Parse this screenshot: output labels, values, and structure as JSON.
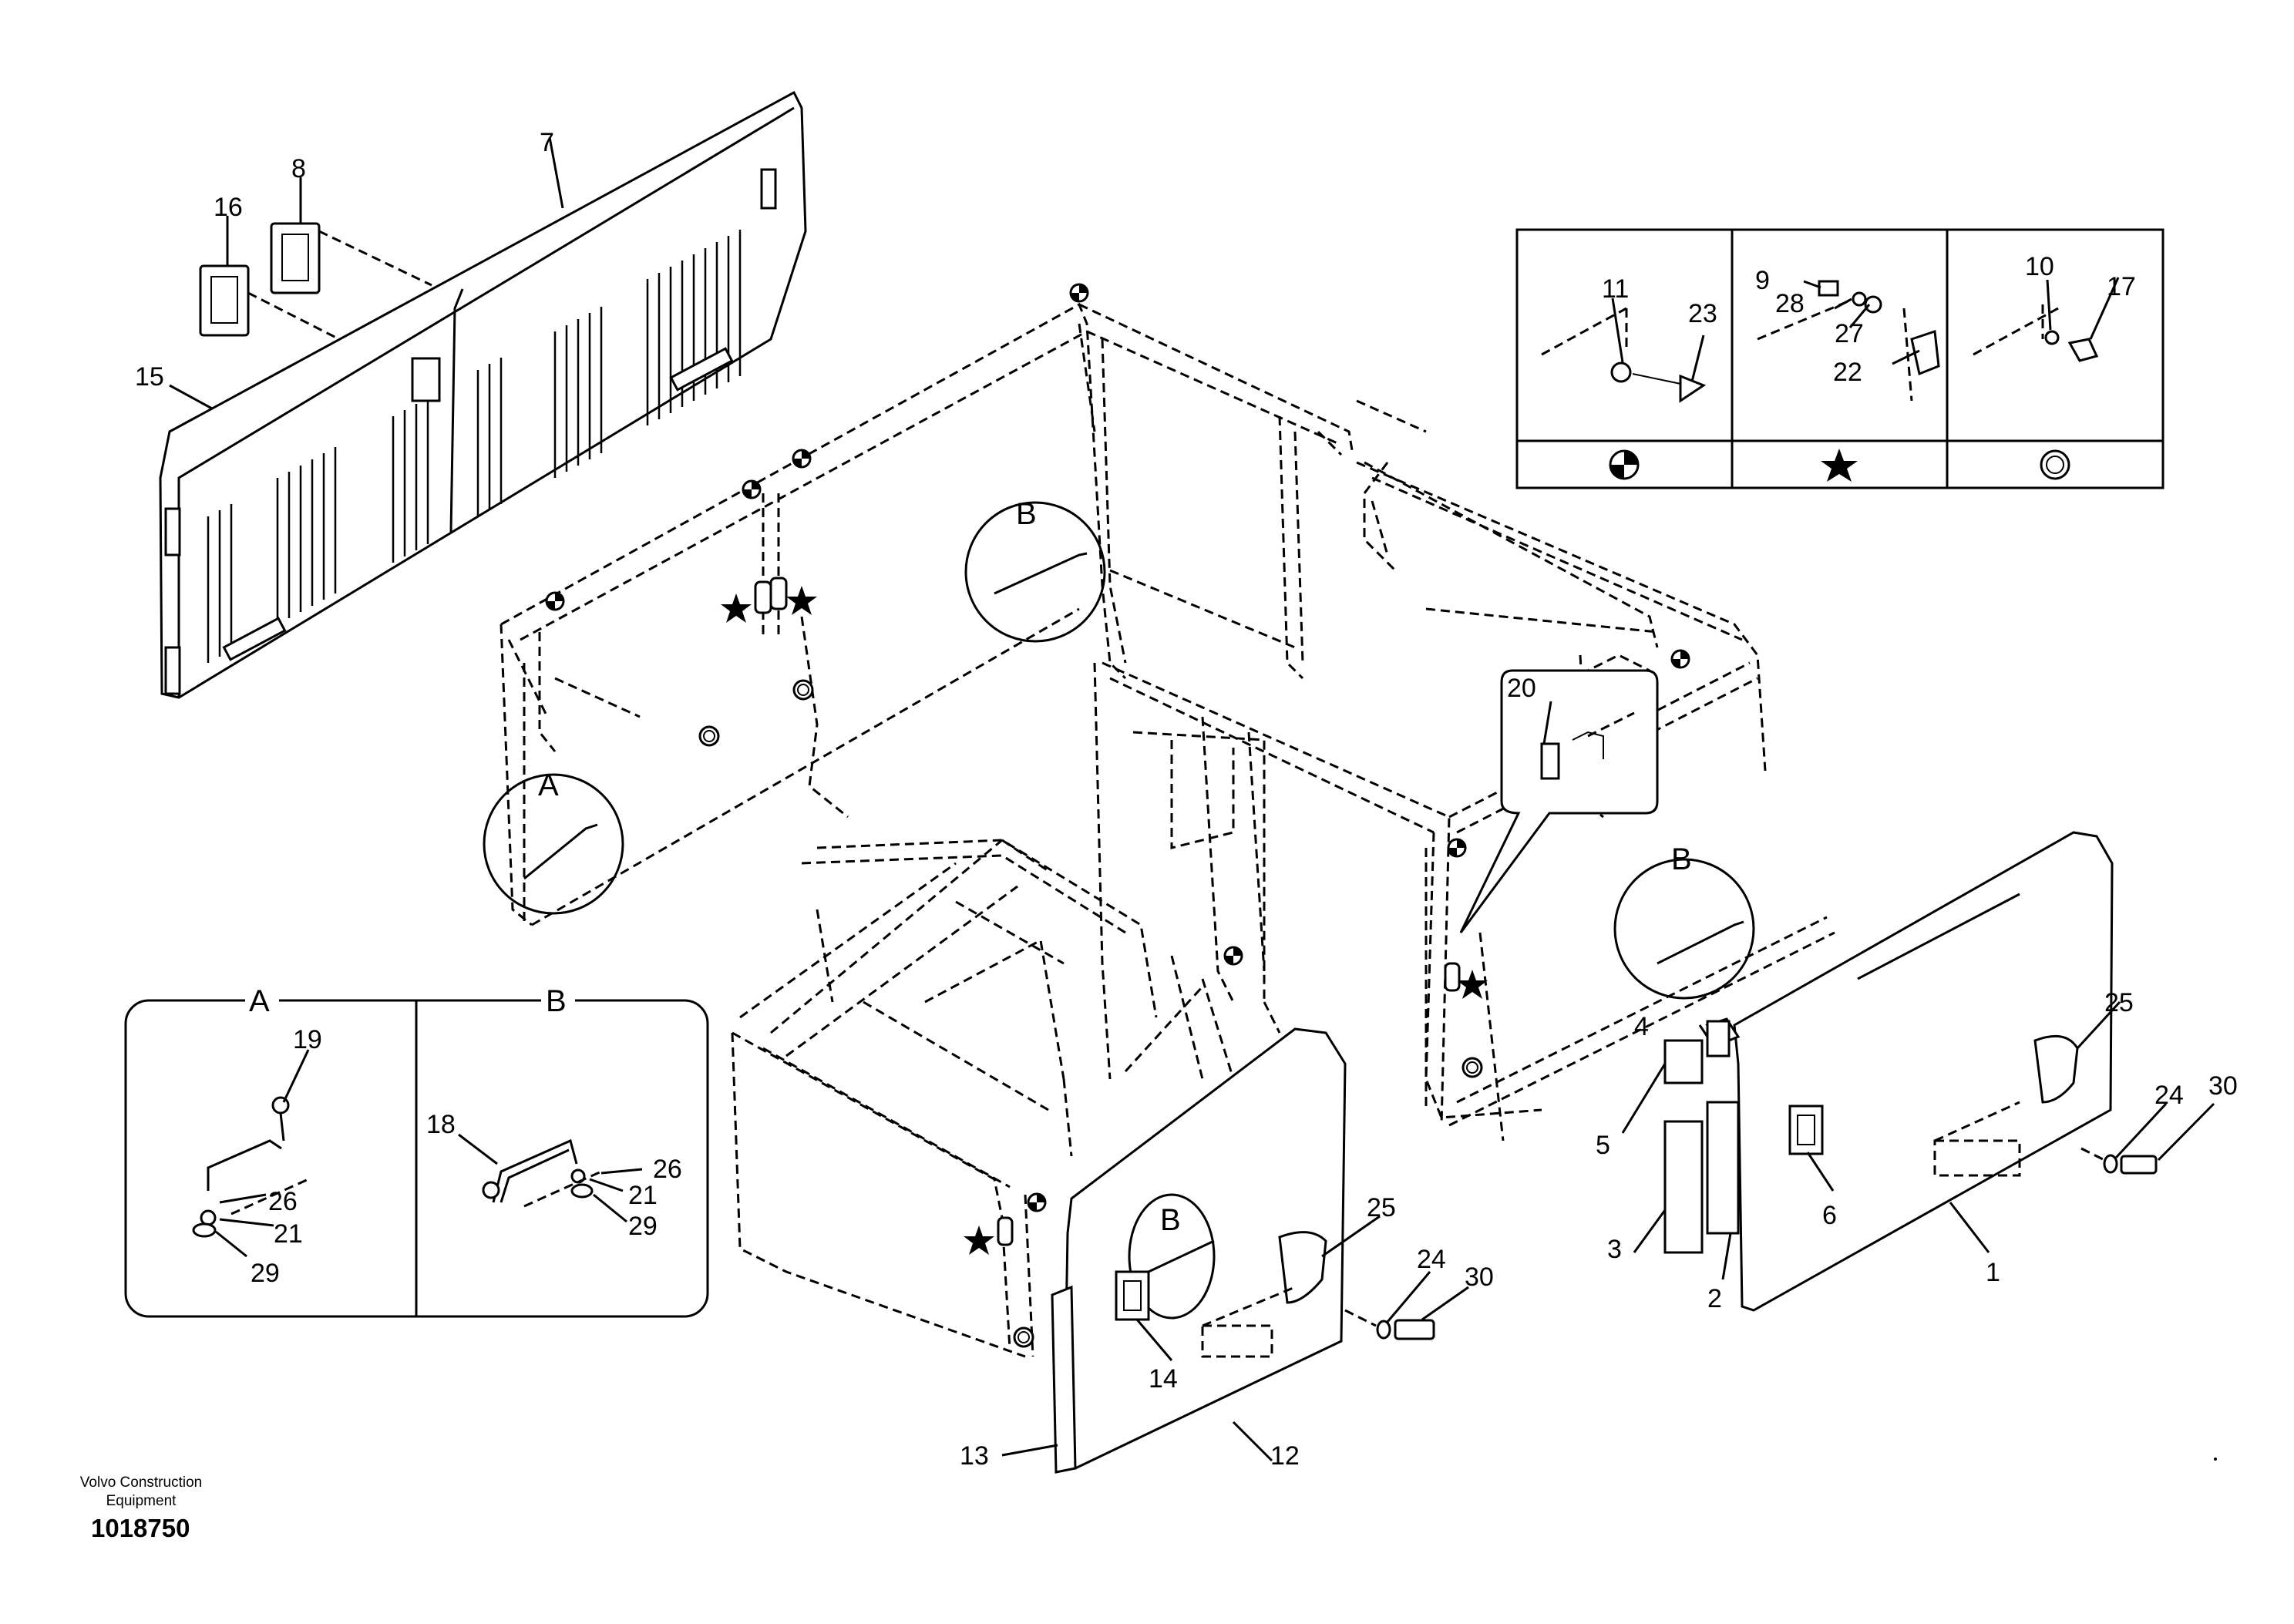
{
  "footer": {
    "company_line1": "Volvo Construction",
    "company_line2": "Equipment",
    "drawing_number": "1018750"
  },
  "callouts": {
    "p1": "1",
    "p2": "2",
    "p3": "3",
    "p4": "4",
    "p5": "5",
    "p6": "6",
    "p7": "7",
    "p8": "8",
    "p9": "9",
    "p10": "10",
    "p11": "11",
    "p12": "12",
    "p13": "13",
    "p14": "14",
    "p15": "15",
    "p16": "16",
    "p17": "17",
    "p18": "18",
    "p19": "19",
    "p20": "20",
    "p21": "21",
    "p22": "22",
    "p23": "23",
    "p24": "24",
    "p25": "25",
    "p26": "26",
    "p27": "27",
    "p28": "28",
    "p29": "29",
    "p30": "30"
  },
  "detail_letters": {
    "a": "A",
    "b": "B"
  },
  "legend": {
    "symbols": [
      "crossed-circle-icon",
      "star-icon",
      "ring-icon"
    ]
  }
}
